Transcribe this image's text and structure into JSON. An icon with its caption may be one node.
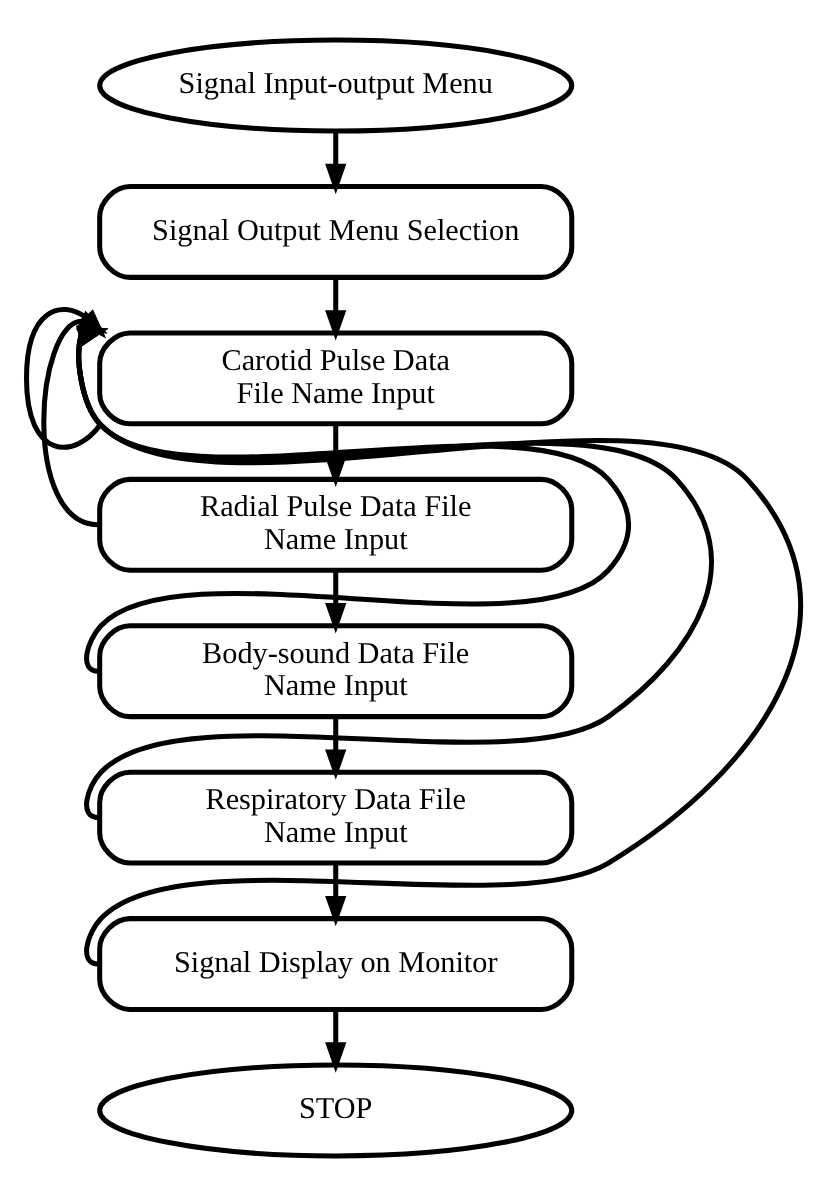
{
  "diagram": {
    "nodes": [
      {
        "text": [
          "Signal Input-output Menu"
        ]
      },
      {
        "text": [
          "Signal Output Menu Selection"
        ]
      },
      {
        "text": [
          "Carotid Pulse Data File Name Input"
        ]
      },
      {
        "text": [
          "Radial Pulse Data File Name Input"
        ]
      },
      {
        "text": [
          "Body-sound Data File Name Input"
        ]
      },
      {
        "text": [
          "Respiratory Data File Name Input"
        ]
      },
      {
        "text": [
          "Signal Display on Monitor"
        ]
      },
      {
        "text": [
          "STOP"
        ]
      }
    ],
    "edges": [
      {
        "from": 0,
        "to": 1,
        "arrow": "to"
      },
      {
        "from": 1,
        "to": 2,
        "arrow": "to"
      },
      {
        "from": 2,
        "to": 3,
        "arrow": "to"
      },
      {
        "from": 3,
        "to": 4,
        "arrow": "to"
      },
      {
        "from": 4,
        "to": 5,
        "arrow": "to"
      },
      {
        "from": 5,
        "to": 6,
        "arrow": "to"
      },
      {
        "from": 6,
        "to": 7,
        "arrow": "to"
      },
      {
        "from": 2,
        "to": 2,
        "arrow": "to"
      },
      {
        "from": 3,
        "to": 2,
        "arrow": "to"
      },
      {
        "from": 4,
        "to": 2,
        "arrow": "to"
      },
      {
        "from": 5,
        "to": 2,
        "arrow": "to"
      },
      {
        "from": 6,
        "to": 2,
        "arrow": "to"
      }
    ]
  }
}
